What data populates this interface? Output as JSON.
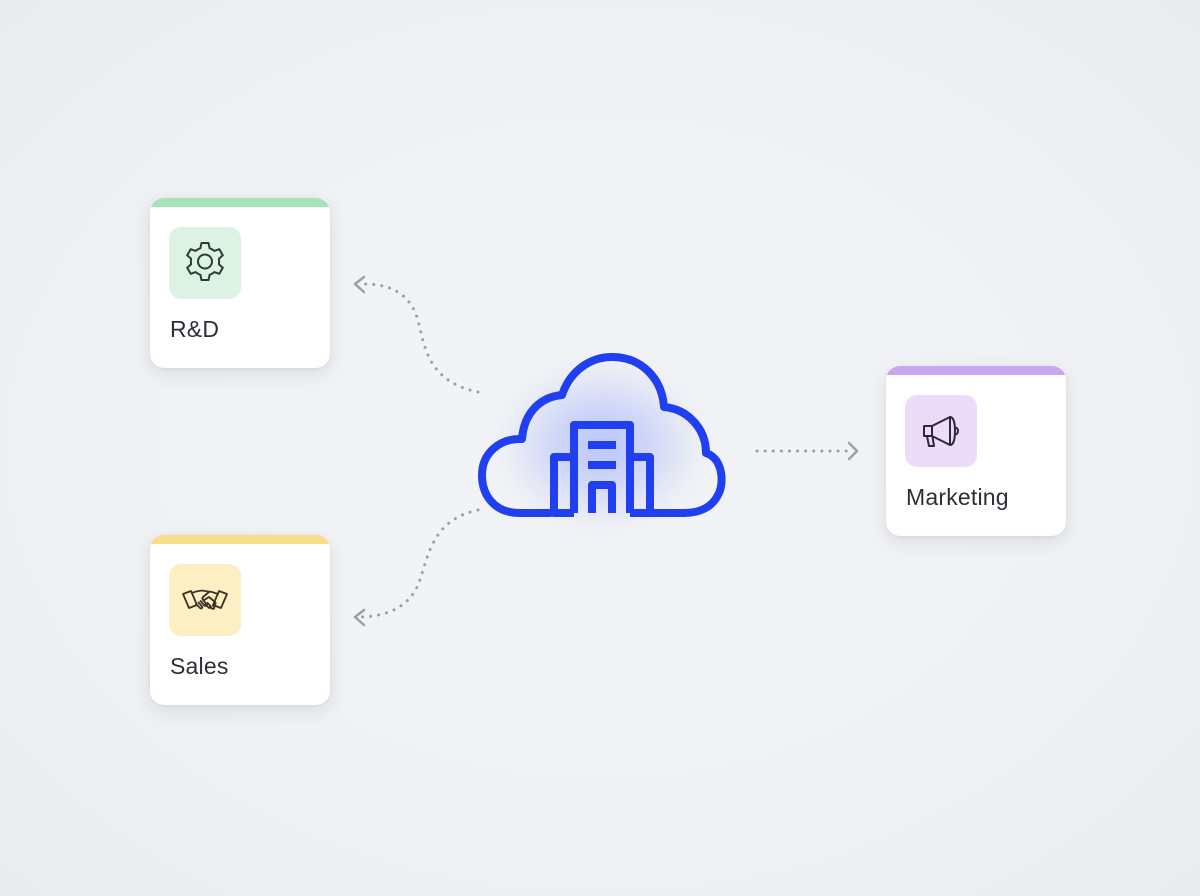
{
  "hub": {
    "icon": "cloud-building-icon",
    "color": "#1f3ff0"
  },
  "departments": [
    {
      "id": "rd",
      "label": "R&D",
      "icon": "gear-icon",
      "accent": "#a6e3b8",
      "tile": "#dcf3e3"
    },
    {
      "id": "sales",
      "label": "Sales",
      "icon": "handshake-icon",
      "accent": "#f8dd8a",
      "tile": "#fcefc4"
    },
    {
      "id": "marketing",
      "label": "Marketing",
      "icon": "megaphone-icon",
      "accent": "#c9a6f0",
      "tile": "#ecdcfa"
    }
  ],
  "connector_color": "#9aa0a8"
}
